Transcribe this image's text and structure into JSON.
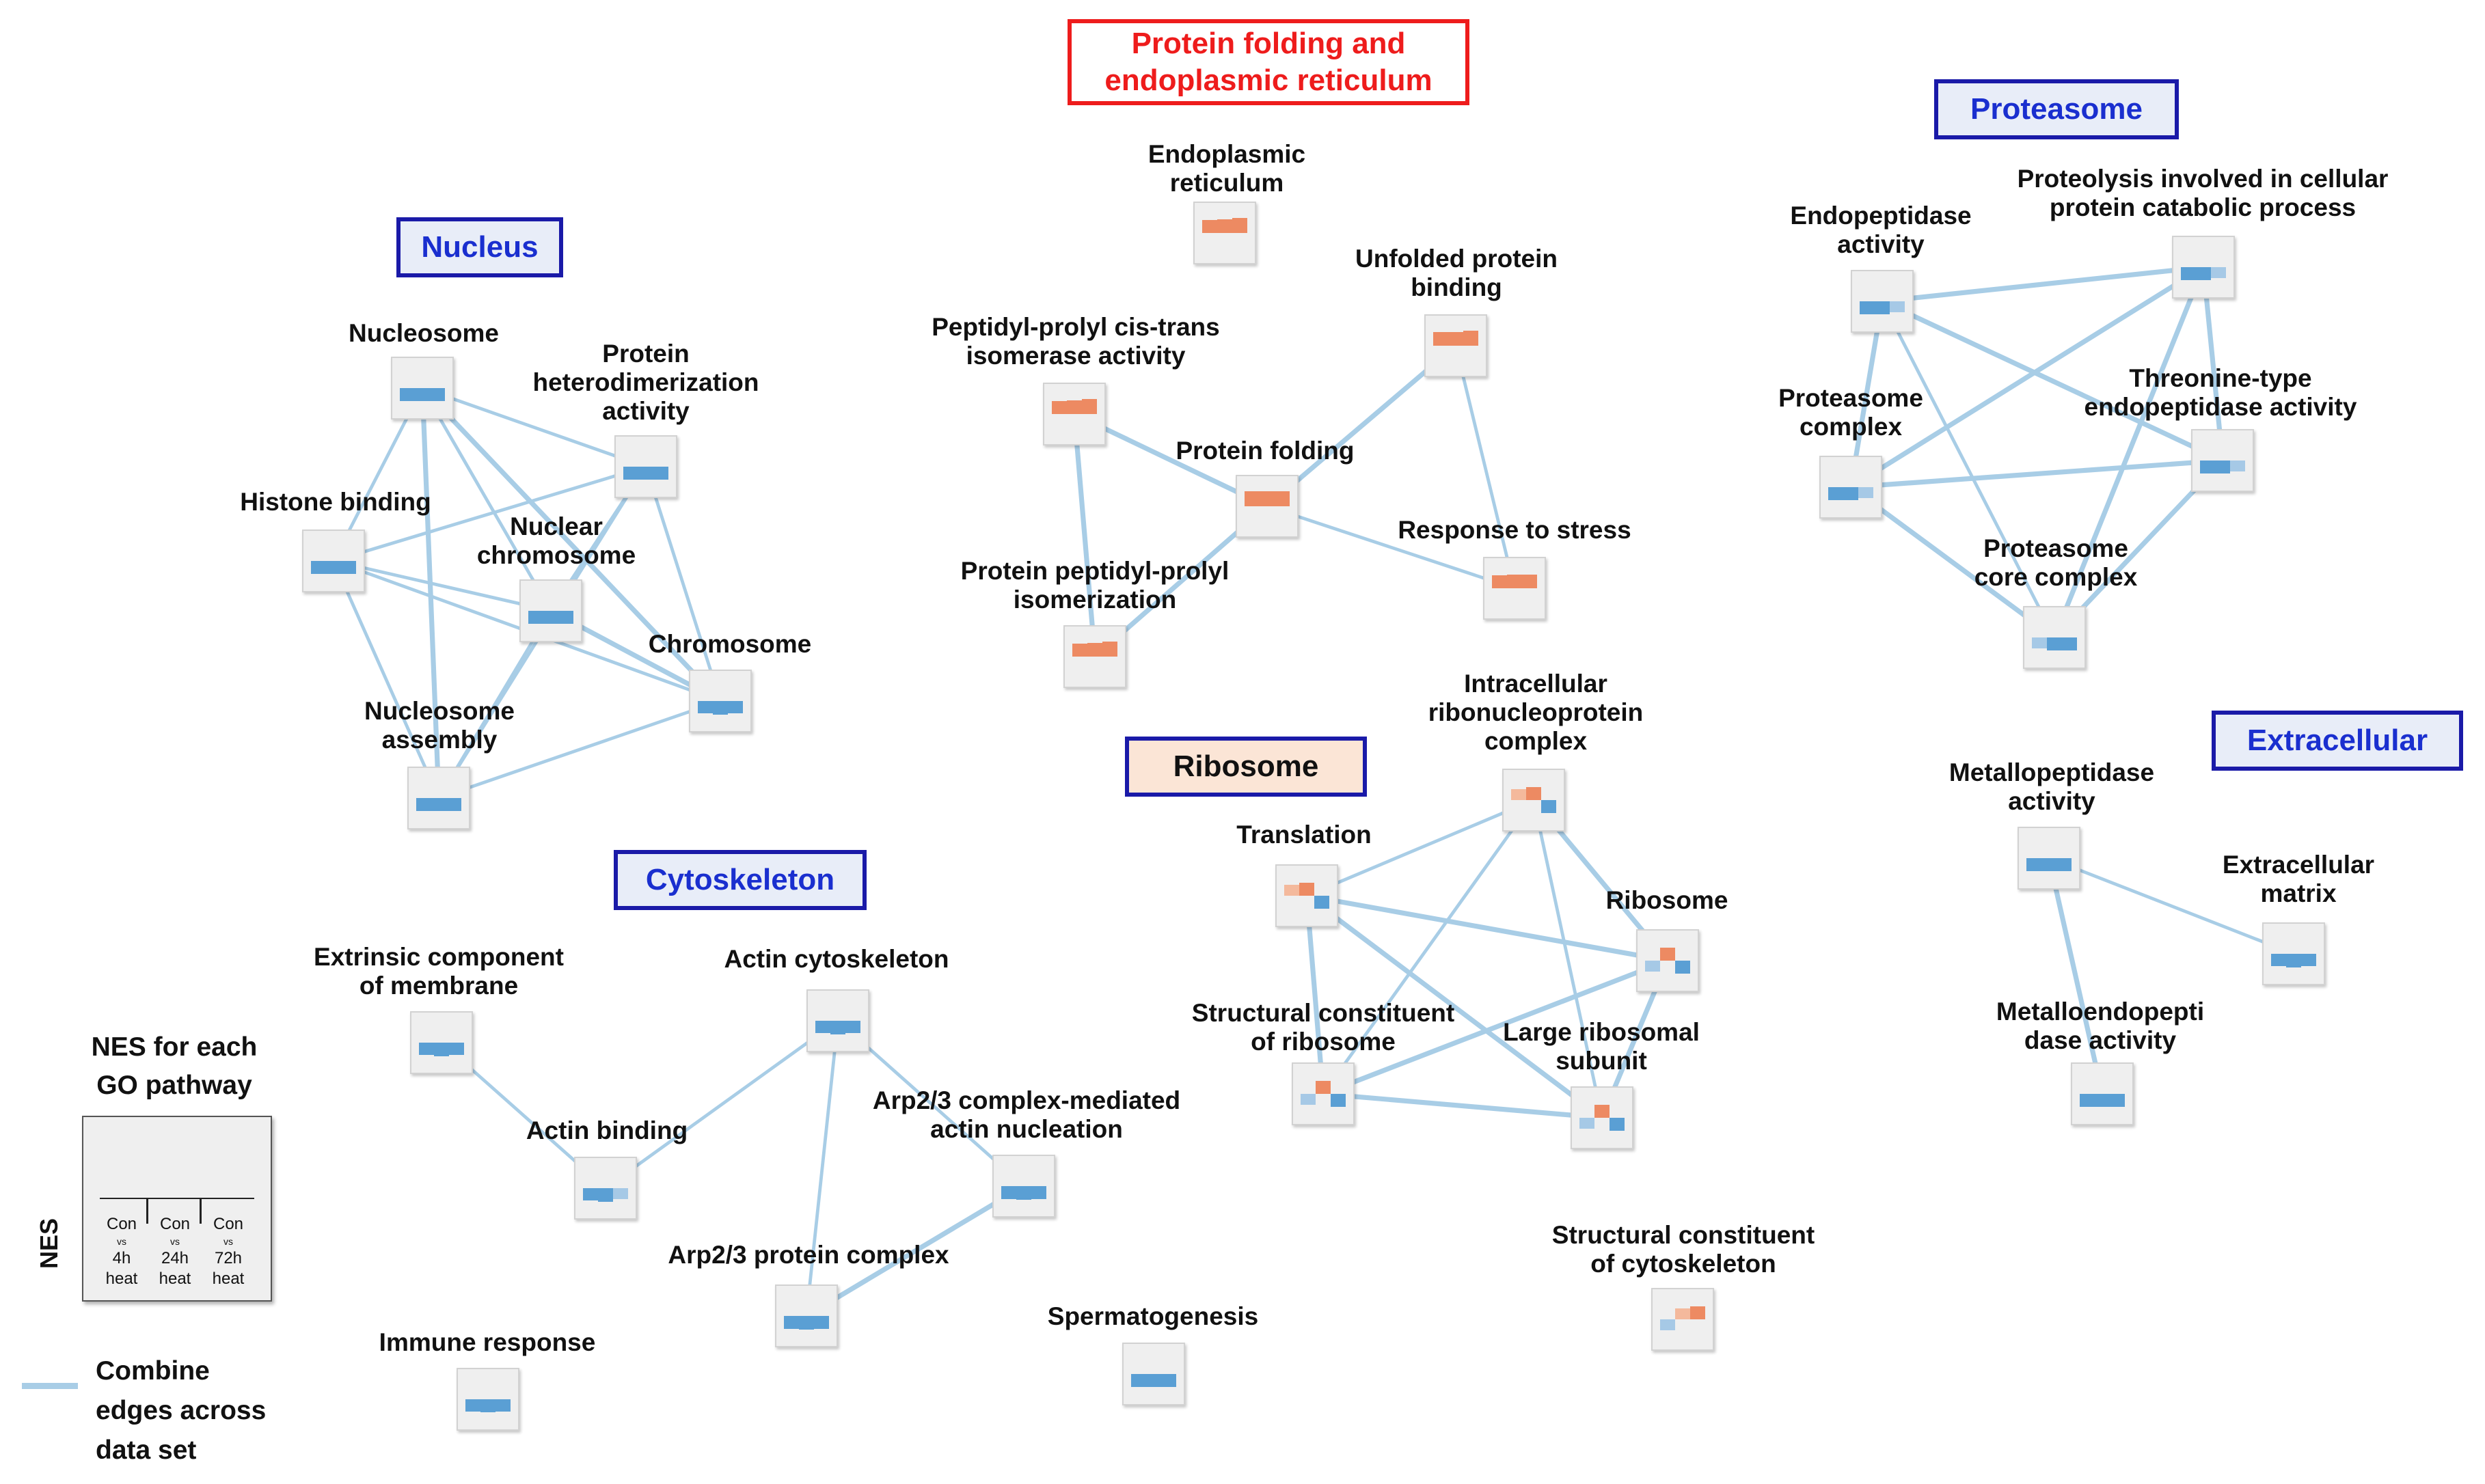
{
  "colors": {
    "edge": "#a8cde6",
    "blue_strong": "#5a9fd4",
    "blue_light": "#a6c9e6",
    "orange_strong": "#ed8a62",
    "orange_light": "#f4b99c",
    "cluster_border_blue": "#1a1aa8",
    "cluster_text_blue": "#1a2fcf",
    "cluster_border_red": "#ee1c1c"
  },
  "clusters": {
    "protein_folding": "Protein folding and\nendoplasmic reticulum",
    "proteasome": "Proteasome",
    "nucleus": "Nucleus",
    "ribosome": "Ribosome",
    "extracellular": "Extracellular",
    "cytoskeleton": "Cytoskeleton"
  },
  "nodes": {
    "er": {
      "label": "Endoplasmic\nreticulum",
      "nes": [
        1.6,
        1.7,
        1.8
      ],
      "pattern": "red"
    },
    "unfolded": {
      "label": "Unfolded protein\nbinding",
      "nes": [
        1.7,
        1.7,
        1.8
      ],
      "pattern": "red"
    },
    "ppi_activity": {
      "label": "Peptidyl-prolyl cis-trans\nisomerase activity",
      "nes": [
        1.6,
        1.7,
        1.8
      ],
      "pattern": "red"
    },
    "folding": {
      "label": "Protein folding",
      "nes": [
        1.8,
        1.8,
        1.8
      ],
      "pattern": "red"
    },
    "stress": {
      "label": "Response to stress",
      "nes": [
        1.6,
        1.7,
        1.7
      ],
      "pattern": "red"
    },
    "ppi_isom": {
      "label": "Protein peptidyl-prolyl\nisomerization",
      "nes": [
        1.6,
        1.7,
        1.8
      ],
      "pattern": "red"
    },
    "nucleosome": {
      "label": "Nucleosome",
      "nes": [
        -1.6,
        -1.6,
        -1.6
      ],
      "pattern": "blue"
    },
    "heterodimer": {
      "label": "Protein\nheterodimerization\nactivity",
      "nes": [
        -1.6,
        -1.6,
        -1.6
      ],
      "pattern": "blue"
    },
    "histone": {
      "label": "Histone binding",
      "nes": [
        -1.6,
        -1.6,
        -1.6
      ],
      "pattern": "blue"
    },
    "nuc_chrom": {
      "label": "Nuclear\nchromosome",
      "nes": [
        -1.6,
        -1.6,
        -1.6
      ],
      "pattern": "blue"
    },
    "chromosome": {
      "label": "Chromosome",
      "nes": [
        -1.5,
        -1.7,
        -1.5
      ],
      "pattern": "blue"
    },
    "nuc_assembly": {
      "label": "Nucleosome\nassembly",
      "nes": [
        -1.6,
        -1.6,
        -1.6
      ],
      "pattern": "blue"
    },
    "endopep": {
      "label": "Endopeptidase\nactivity",
      "nes": [
        -1.6,
        -1.6,
        -1.3
      ],
      "pattern": "blue"
    },
    "proteolysis": {
      "label": "Proteolysis involved in cellular\nprotein catabolic process",
      "nes": [
        -1.6,
        -1.6,
        -1.3
      ],
      "pattern": "blue"
    },
    "prot_complex": {
      "label": "Proteasome\ncomplex",
      "nes": [
        -1.6,
        -1.6,
        -1.3
      ],
      "pattern": "blue"
    },
    "threonine": {
      "label": "Threonine-type\nendopeptidase activity",
      "nes": [
        -1.6,
        -1.6,
        -1.3
      ],
      "pattern": "blue"
    },
    "prot_core": {
      "label": "Proteasome\ncore complex",
      "nes": [
        -1.3,
        -1.6,
        -1.6
      ],
      "pattern": "blue"
    },
    "intracell_rnp": {
      "label": "Intracellular\nribonucleoprotein\ncomplex",
      "nes": [
        1.3,
        1.6,
        -1.6
      ],
      "pattern": "mixed"
    },
    "translation": {
      "label": "Translation",
      "nes": [
        1.3,
        1.6,
        -1.6
      ],
      "pattern": "mixed"
    },
    "ribosome": {
      "label": "Ribosome",
      "nes": [
        -1.3,
        1.6,
        -1.6
      ],
      "pattern": "mixed"
    },
    "struct_ribo": {
      "label": "Structural constituent\nof ribosome",
      "nes": [
        -1.3,
        1.6,
        -1.6
      ],
      "pattern": "mixed"
    },
    "large_sub": {
      "label": "Large ribosomal\nsubunit",
      "nes": [
        -1.3,
        1.6,
        -1.6
      ],
      "pattern": "mixed"
    },
    "metallopep": {
      "label": "Metallopeptidase\nactivity",
      "nes": [
        -1.6,
        -1.6,
        -1.6
      ],
      "pattern": "blue"
    },
    "extracell_matrix": {
      "label": "Extracellular\nmatrix",
      "nes": [
        -1.5,
        -1.7,
        -1.5
      ],
      "pattern": "blue"
    },
    "metalloendo": {
      "label": "Metalloendopepti\ndase activity",
      "nes": [
        -1.6,
        -1.6,
        -1.6
      ],
      "pattern": "blue"
    },
    "extrinsic": {
      "label": "Extrinsic component\nof membrane",
      "nes": [
        -1.5,
        -1.7,
        -1.5
      ],
      "pattern": "blue"
    },
    "actin_cyto": {
      "label": "Actin cytoskeleton",
      "nes": [
        -1.5,
        -1.7,
        -1.5
      ],
      "pattern": "blue"
    },
    "actin_binding": {
      "label": "Actin binding",
      "nes": [
        -1.5,
        -1.7,
        -1.3
      ],
      "pattern": "blue"
    },
    "arp_nucleation": {
      "label": "Arp2/3 complex-mediated\nactin nucleation",
      "nes": [
        -1.6,
        -1.7,
        -1.6
      ],
      "pattern": "blue"
    },
    "arp_complex": {
      "label": "Arp2/3 protein complex",
      "nes": [
        -1.6,
        -1.7,
        -1.6
      ],
      "pattern": "blue"
    },
    "spermatogenesis": {
      "label": "Spermatogenesis",
      "nes": [
        -1.6,
        -1.6,
        -1.6
      ],
      "pattern": "blue"
    },
    "immune": {
      "label": "Immune response",
      "nes": [
        -1.5,
        -1.6,
        -1.5
      ],
      "pattern": "blue"
    },
    "struct_cyto": {
      "label": "Structural constituent\nof cytoskeleton",
      "nes": [
        -1.3,
        1.3,
        1.6
      ],
      "pattern": "mixed"
    }
  },
  "edges": [
    [
      "ppi_activity",
      "ppi_isom",
      3
    ],
    [
      "ppi_activity",
      "folding",
      3
    ],
    [
      "folding",
      "unfolded",
      3
    ],
    [
      "folding",
      "ppi_isom",
      3
    ],
    [
      "folding",
      "stress",
      2
    ],
    [
      "unfolded",
      "stress",
      2
    ],
    [
      "nucleosome",
      "heterodimer",
      2
    ],
    [
      "nucleosome",
      "histone",
      2
    ],
    [
      "nucleosome",
      "nuc_chrom",
      2
    ],
    [
      "nucleosome",
      "chromosome",
      3
    ],
    [
      "nucleosome",
      "nuc_assembly",
      3
    ],
    [
      "heterodimer",
      "histone",
      2
    ],
    [
      "heterodimer",
      "nuc_chrom",
      2
    ],
    [
      "heterodimer",
      "chromosome",
      2
    ],
    [
      "heterodimer",
      "nuc_assembly",
      2
    ],
    [
      "histone",
      "nuc_chrom",
      2
    ],
    [
      "histone",
      "chromosome",
      2
    ],
    [
      "histone",
      "nuc_assembly",
      2
    ],
    [
      "nuc_chrom",
      "chromosome",
      3
    ],
    [
      "nuc_chrom",
      "nuc_assembly",
      2
    ],
    [
      "nuc_assembly",
      "chromosome",
      2
    ],
    [
      "endopep",
      "proteolysis",
      3
    ],
    [
      "endopep",
      "prot_complex",
      3
    ],
    [
      "endopep",
      "threonine",
      3
    ],
    [
      "endopep",
      "prot_core",
      2
    ],
    [
      "proteolysis",
      "prot_complex",
      3
    ],
    [
      "proteolysis",
      "threonine",
      3
    ],
    [
      "proteolysis",
      "prot_core",
      3
    ],
    [
      "prot_complex",
      "threonine",
      3
    ],
    [
      "prot_complex",
      "prot_core",
      3
    ],
    [
      "threonine",
      "prot_core",
      3
    ],
    [
      "intracell_rnp",
      "translation",
      2
    ],
    [
      "intracell_rnp",
      "ribosome",
      3
    ],
    [
      "intracell_rnp",
      "struct_ribo",
      2
    ],
    [
      "intracell_rnp",
      "large_sub",
      2
    ],
    [
      "translation",
      "ribosome",
      3
    ],
    [
      "translation",
      "struct_ribo",
      3
    ],
    [
      "translation",
      "large_sub",
      3
    ],
    [
      "ribosome",
      "struct_ribo",
      3
    ],
    [
      "ribosome",
      "large_sub",
      3
    ],
    [
      "struct_ribo",
      "large_sub",
      3
    ],
    [
      "metallopep",
      "extracell_matrix",
      2
    ],
    [
      "metallopep",
      "metalloendo",
      3
    ],
    [
      "extrinsic",
      "actin_binding",
      2
    ],
    [
      "actin_binding",
      "actin_cyto",
      2
    ],
    [
      "actin_cyto",
      "arp_nucleation",
      2
    ],
    [
      "actin_cyto",
      "arp_complex",
      2
    ],
    [
      "arp_nucleation",
      "arp_complex",
      3
    ]
  ],
  "legend": {
    "title": "NES for each\nGO pathway",
    "axis": "NES",
    "columns": [
      {
        "top": "Con",
        "vs": "vs",
        "time": "4h",
        "heat": "heat"
      },
      {
        "top": "Con",
        "vs": "vs",
        "time": "24h",
        "heat": "heat"
      },
      {
        "top": "Con",
        "vs": "vs",
        "time": "72h",
        "heat": "heat"
      }
    ],
    "edge_text": "Combine\nedges across\ndata set"
  }
}
